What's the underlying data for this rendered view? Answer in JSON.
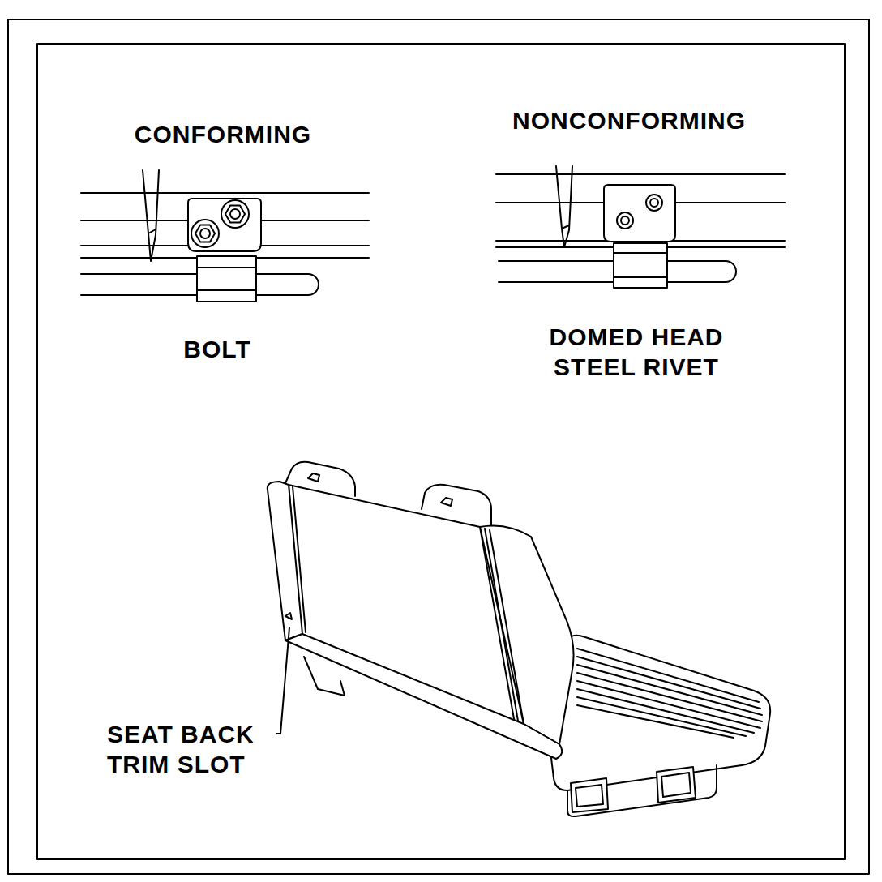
{
  "diagram": {
    "labels": [
      "CONFORMING",
      "NONCONFORMING",
      "BOLT",
      "DOMED HEAD STEEL RIVET",
      "SEAT BACK TRIM SLOT"
    ]
  }
}
